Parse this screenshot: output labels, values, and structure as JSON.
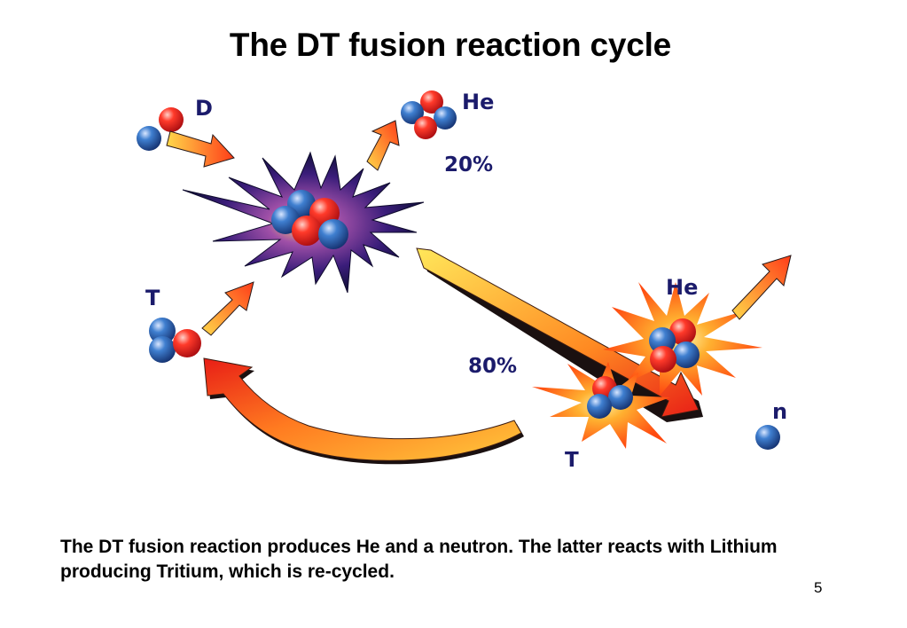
{
  "slide": {
    "title": "The DT fusion reaction cycle",
    "caption": "The DT fusion reaction produces He and a neutron. The latter reacts with Lithium producing Tritium, which is re-cycled.",
    "page_number": "5"
  },
  "diagram": {
    "labels": {
      "deuterium": "D",
      "helium_top": "He",
      "percent_20": "20%",
      "tritium_left": "T",
      "helium_right": "He",
      "percent_80": "80%",
      "neutron": "n",
      "tritium_bottom": "T"
    }
  },
  "colors": {
    "proton": "#e8202a",
    "neutron": "#2f6ab8",
    "label_text": "#1b1b6b",
    "arrow_light": "#ffd84a",
    "arrow_dark": "#e81e16"
  }
}
